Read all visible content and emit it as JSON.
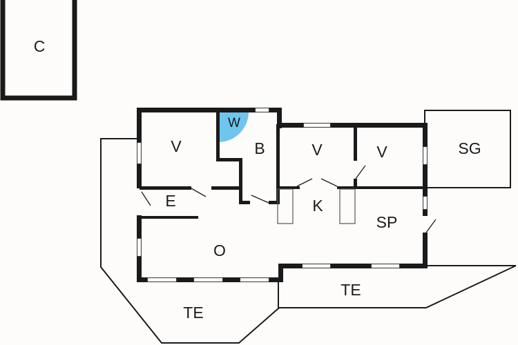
{
  "floorplan": {
    "colors": {
      "wall": "#1a1a1a",
      "background": "#fdfcfb",
      "wet_area": "#6ec6ef"
    },
    "rooms": {
      "carport": "C",
      "bedroom_1": "V",
      "wc": "W",
      "bathroom": "B",
      "bedroom_2": "V",
      "bedroom_3": "V",
      "shed": "SG",
      "entrance": "E",
      "kitchen": "K",
      "dining": "SP",
      "living": "O",
      "terrace_left": "TE",
      "terrace_right": "TE"
    }
  }
}
